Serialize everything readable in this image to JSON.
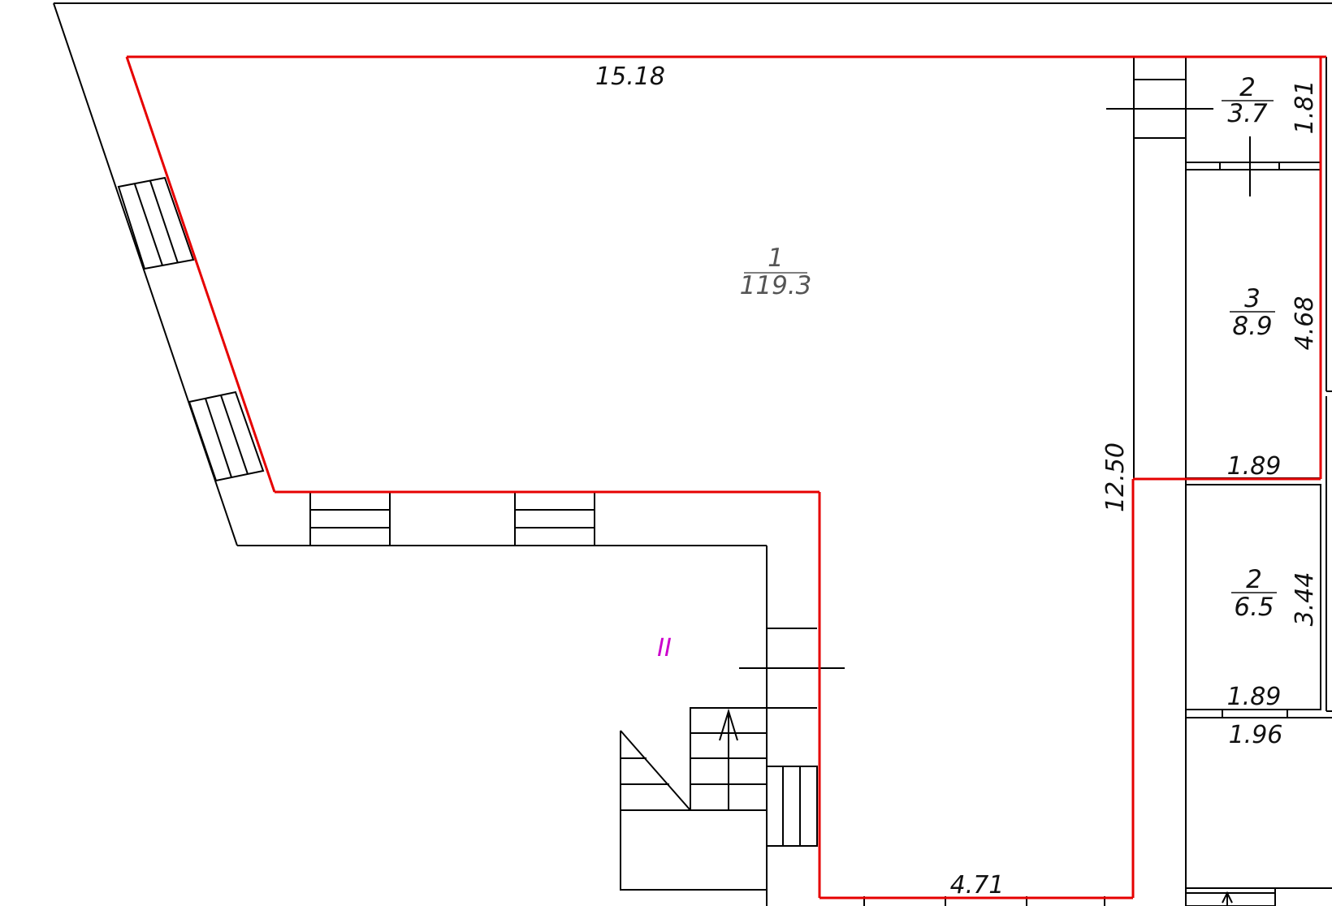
{
  "colors": {
    "wall_lines": "#000000",
    "boundary": "#e60000",
    "room_text": "#111111",
    "room_text_main": "#555555",
    "roman_label": "#cc00cc"
  },
  "rooms": [
    {
      "number": "1",
      "area": "119.3"
    },
    {
      "number": "2",
      "area": "3.7"
    },
    {
      "number": "3",
      "area": "8.9"
    },
    {
      "number": "2",
      "area": "6.5"
    }
  ],
  "dimensions": {
    "top_width": "15.18",
    "room2_height": "1.81",
    "room3_height": "4.68",
    "room3_width": "1.89",
    "corridor_length": "12.50",
    "room2b_height": "3.44",
    "room2b_width": "1.89",
    "lower_width": "1.96",
    "bottom_width": "4.71"
  },
  "section_label": "II"
}
